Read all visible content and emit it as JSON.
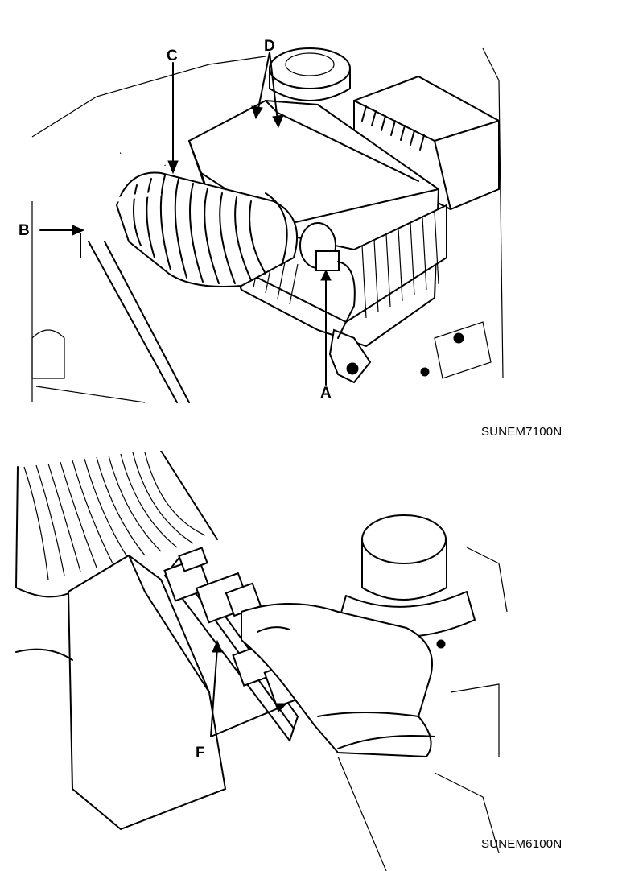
{
  "figure1": {
    "labels": {
      "a": "A",
      "b": "B",
      "c": "C",
      "d": "D"
    },
    "code": "SUNEM7100N"
  },
  "figure2": {
    "labels": {
      "f": "F"
    },
    "code": "SUNEM6100N"
  }
}
